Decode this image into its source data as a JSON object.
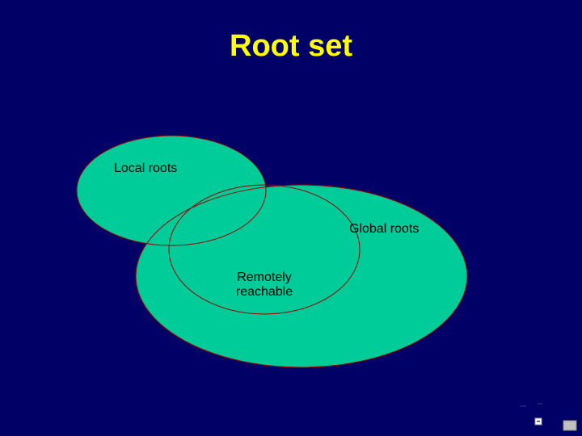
{
  "slide": {
    "title": "Root set",
    "background_color": "#000066",
    "title_color": "#ffff00"
  },
  "diagram": {
    "fill_color": "#00cc99",
    "outline_color": "#990000",
    "sets": [
      {
        "id": "local",
        "label": "Local roots"
      },
      {
        "id": "global",
        "label": "Global roots"
      },
      {
        "id": "remote",
        "label_lines": [
          "Remotely",
          "reachable"
        ]
      }
    ]
  },
  "controls": {
    "icons": [
      "slide-nav-icon",
      "slide-menu-icon",
      "slide-sorter-icon"
    ]
  }
}
